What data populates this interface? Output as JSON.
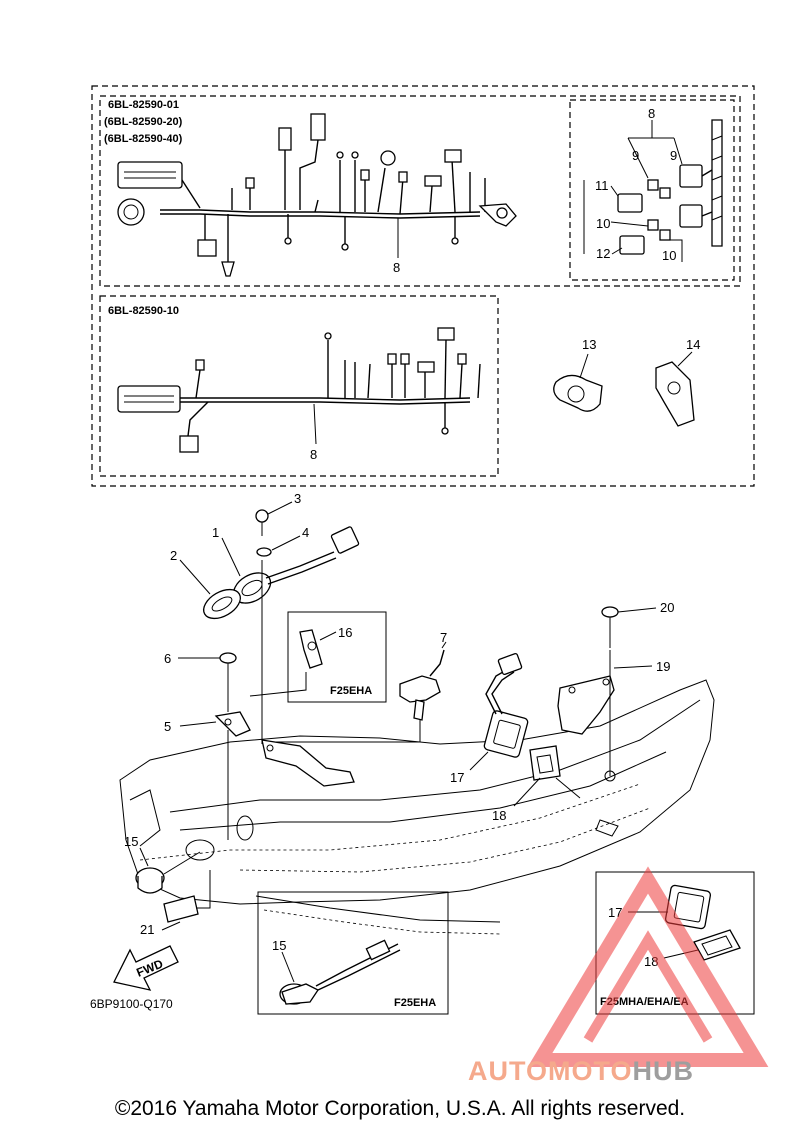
{
  "panels": {
    "upper_group_codes": [
      "6BL-82590-01",
      "(6BL-82590-20)",
      "(6BL-82590-40)"
    ],
    "lower_group_code": "6BL-82590-10"
  },
  "variants": {
    "f25eha_clamp": "F25EHA",
    "f25eha_switch": "F25EHA",
    "f25mha_eha_ea": "F25MHA/EHA/EA"
  },
  "callouts": {
    "p1": "1",
    "p2": "2",
    "p3": "3",
    "p4": "4",
    "p5a": "5",
    "p6": "6",
    "p7": "7",
    "p8a": "8",
    "p8b": "8",
    "p8c": "8",
    "p9a": "9",
    "p9b": "9",
    "p10a": "10",
    "p10b": "10",
    "p11": "11",
    "p12": "12",
    "p13": "13",
    "p14": "14",
    "p15a": "15",
    "p15b": "15",
    "p16": "16",
    "p17a": "17",
    "p17b": "17",
    "p18a": "18",
    "p18b": "18",
    "p19": "19",
    "p20": "20",
    "p21": "21"
  },
  "direction_label": "FWD",
  "diagram_ref": "6BP9100-Q170",
  "watermark": {
    "part1": "AUTOMOTO",
    "part2": "HUB",
    "color_primary": "#f5a98c",
    "color_secondary": "#9e9e9e",
    "triangle_color": "#ee3b3b"
  },
  "copyright": "©2016 Yamaha Motor Corporation, U.S.A. All rights reserved."
}
